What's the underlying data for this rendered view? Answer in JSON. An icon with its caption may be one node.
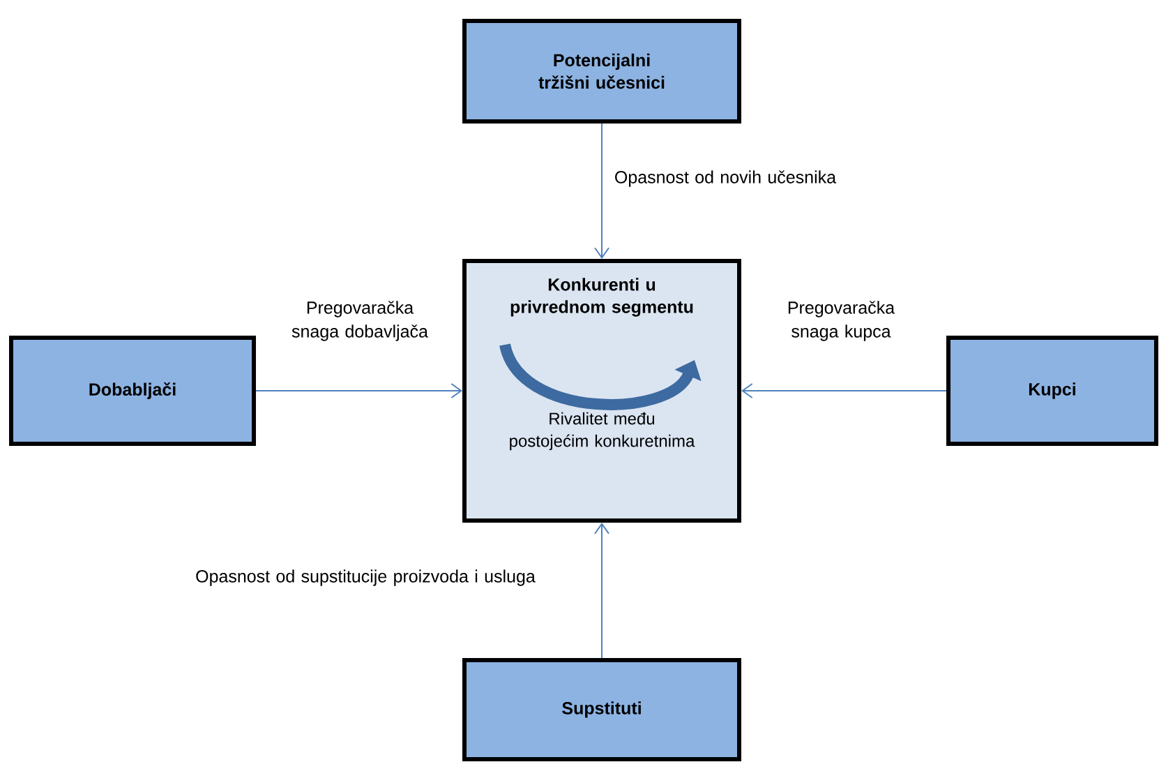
{
  "diagram": {
    "nodes": [
      {
        "text": [
          "Potencijalni tržišni učesnici"
        ]
      },
      {
        "text": [
          "Dobabljači"
        ]
      },
      {
        "text": [
          "Konkurenti u privrednom segmentu",
          "Rivalitet među postojećim konkuretnima"
        ]
      },
      {
        "text": [
          "Kupci"
        ]
      },
      {
        "text": [
          "Supstituti"
        ]
      }
    ],
    "edges": [
      {
        "from": 0,
        "to": 2,
        "arrow": "to",
        "label": "Opasnost od novih učesnika"
      },
      {
        "from": 1,
        "to": 2,
        "arrow": "to",
        "label": "Pregovaračka snaga dobavljača"
      },
      {
        "from": 3,
        "to": 2,
        "arrow": "to",
        "label": "Pregovaračka snaga kupca"
      },
      {
        "from": 4,
        "to": 2,
        "arrow": "to",
        "label": "Opasnost od supstitucije proizvoda i usluga"
      }
    ]
  }
}
